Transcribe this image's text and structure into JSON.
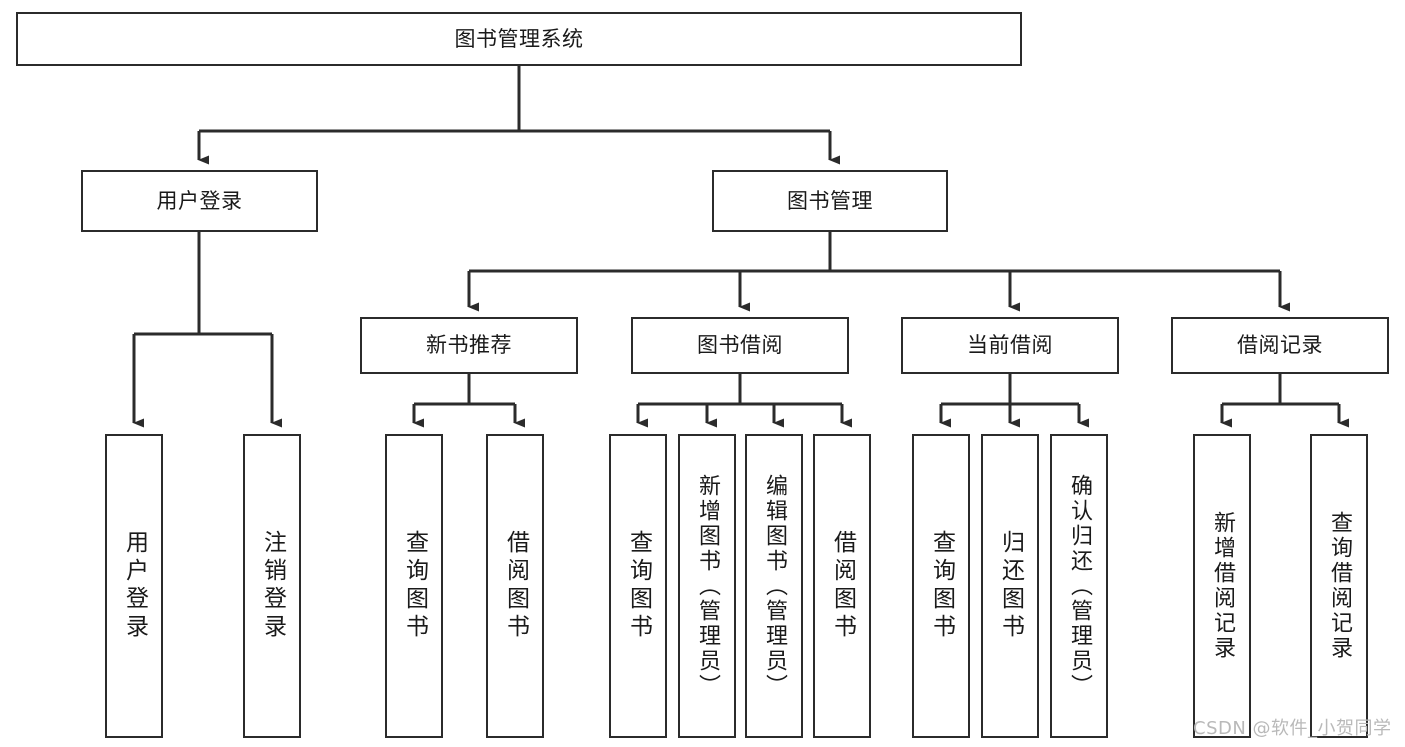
{
  "diagram": {
    "title": "图书管理系统",
    "type": "hierarchy-tree",
    "orientation": "top-down",
    "colors": {
      "box_border": "#2b2b2b",
      "box_fill": "#ffffff",
      "connector": "#2b2b2b",
      "text": "#1a1a1a",
      "watermark": "#b9b9b9",
      "background": "#ffffff"
    },
    "root": {
      "label": "图书管理系统"
    },
    "level2": [
      {
        "id": "user-login",
        "label": "用户登录"
      },
      {
        "id": "book-management",
        "label": "图书管理"
      }
    ],
    "level3": [
      {
        "id": "new-book-recommend",
        "label": "新书推荐"
      },
      {
        "id": "book-borrow",
        "label": "图书借阅"
      },
      {
        "id": "current-borrow",
        "label": "当前借阅"
      },
      {
        "id": "borrow-record",
        "label": "借阅记录"
      }
    ],
    "leaves": {
      "user-login": [
        {
          "id": "leaf-user-login",
          "label": "用户登录"
        },
        {
          "id": "leaf-user-logout",
          "label": "注销登录"
        }
      ],
      "new-book-recommend": [
        {
          "id": "leaf-query-book-1",
          "label": "查询图书"
        },
        {
          "id": "leaf-borrow-book-1",
          "label": "借阅图书"
        }
      ],
      "book-borrow": [
        {
          "id": "leaf-query-book-2",
          "label": "查询图书"
        },
        {
          "id": "leaf-add-book",
          "label": "新增图书（管理员）"
        },
        {
          "id": "leaf-edit-book",
          "label": "编辑图书（管理员）"
        },
        {
          "id": "leaf-borrow-book-2",
          "label": "借阅图书"
        }
      ],
      "current-borrow": [
        {
          "id": "leaf-query-book-3",
          "label": "查询图书"
        },
        {
          "id": "leaf-return-book",
          "label": "归还图书"
        },
        {
          "id": "leaf-confirm-return",
          "label": "确认归还（管理员）"
        }
      ],
      "borrow-record": [
        {
          "id": "leaf-add-record",
          "label": "新增借阅记录"
        },
        {
          "id": "leaf-query-record",
          "label": "查询借阅记录"
        }
      ]
    }
  },
  "watermark": {
    "text": "CSDN @软件_小贺同学"
  }
}
